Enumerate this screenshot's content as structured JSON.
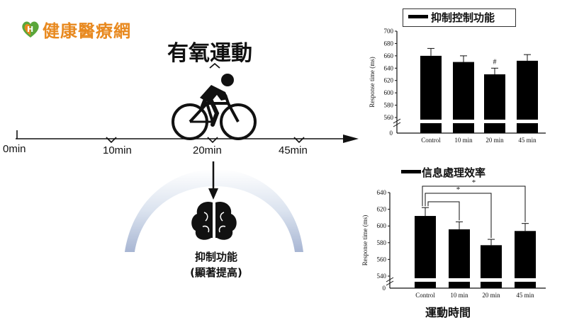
{
  "logo": {
    "text": "健康醫療網",
    "colors": {
      "green": "#5aa63a",
      "orange": "#e8891f"
    }
  },
  "title": "有氧運動",
  "timeline": {
    "labels": [
      "0min",
      "10min",
      "20min",
      "45min"
    ]
  },
  "brain": {
    "line1": "抑制功能",
    "line2": "(顯著提高)"
  },
  "charts": [
    {
      "type": "bar",
      "legend": "抑制控制功能",
      "ylabel": "Response time (ms)",
      "categories": [
        "Control",
        "10 min",
        "20 min",
        "45 min"
      ],
      "values": [
        660,
        650,
        630,
        652
      ],
      "errors": [
        12,
        10,
        10,
        10
      ],
      "ylim": [
        560,
        700
      ],
      "yticks": [
        560,
        580,
        600,
        620,
        640,
        660,
        680,
        700
      ],
      "annotations": [
        {
          "category": "20 min",
          "text": "#"
        }
      ]
    },
    {
      "type": "bar",
      "legend": "信息處理效率",
      "ylabel": "Response time (ms)",
      "categories": [
        "Control",
        "10 min",
        "20 min",
        "45 min"
      ],
      "values": [
        612,
        596,
        577,
        594
      ],
      "errors": [
        10,
        9,
        7,
        9
      ],
      "ylim": [
        540,
        640
      ],
      "yticks": [
        540,
        560,
        580,
        600,
        620,
        640
      ],
      "significance": [
        {
          "from": "Control",
          "to": "10 min",
          "text": ""
        },
        {
          "from": "Control",
          "to": "20 min",
          "text": "*"
        },
        {
          "from": "Control",
          "to": "45 min",
          "text": "*"
        }
      ]
    }
  ],
  "chart_data": [
    {
      "type": "bar",
      "categories": [
        "Control",
        "10 min",
        "20 min",
        "45 min"
      ],
      "values": [
        660,
        650,
        630,
        652
      ],
      "ylabel": "Response time (ms)",
      "legend": "抑制控制功能",
      "ylim": [
        560,
        700
      ]
    },
    {
      "type": "bar",
      "categories": [
        "Control",
        "10 min",
        "20 min",
        "45 min"
      ],
      "values": [
        612,
        596,
        577,
        594
      ],
      "ylabel": "Response time (ms)",
      "legend": "信息處理效率",
      "ylim": [
        540,
        640
      ]
    }
  ],
  "xaxis_title": "運動時間"
}
